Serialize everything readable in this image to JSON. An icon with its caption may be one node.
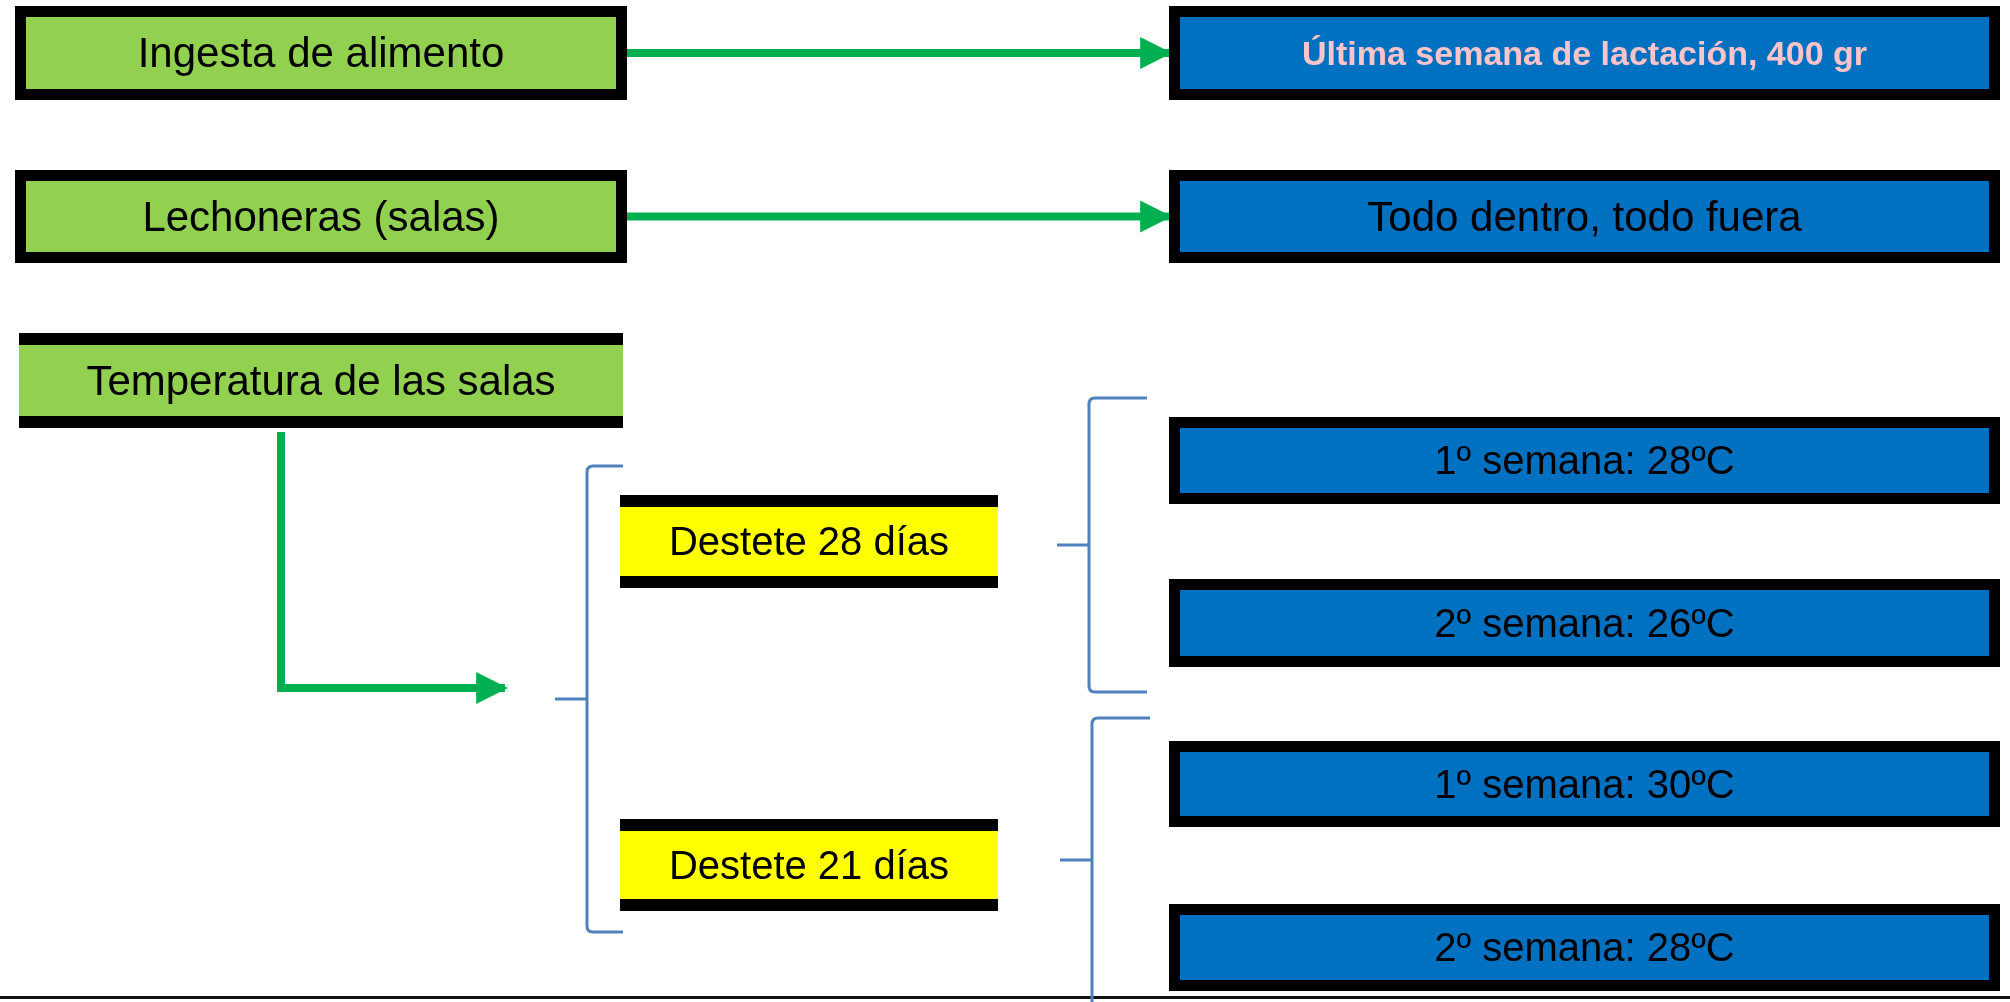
{
  "diagram": {
    "nodes": [
      {
        "text": [
          "Ingesta de alimento"
        ]
      },
      {
        "text": [
          "Última semana de lactación, 400 gr"
        ]
      },
      {
        "text": [
          "Lechoneras (salas)"
        ]
      },
      {
        "text": [
          "Todo dentro, todo fuera"
        ]
      },
      {
        "text": [
          "Temperatura de las salas"
        ]
      },
      {
        "text": [
          "Destete 28 días"
        ]
      },
      {
        "text": [
          "1º semana: 28ºC"
        ]
      },
      {
        "text": [
          "2º semana: 26ºC"
        ]
      },
      {
        "text": [
          "Destete 21 días"
        ]
      },
      {
        "text": [
          "1º semana: 30ºC"
        ]
      },
      {
        "text": [
          "2º semana: 28ºC"
        ]
      }
    ],
    "edges": [
      {
        "from": 0,
        "to": 1,
        "arrow": "to"
      },
      {
        "from": 2,
        "to": 3,
        "arrow": "to"
      },
      {
        "from": 4,
        "to": null,
        "arrow": "to"
      }
    ]
  }
}
